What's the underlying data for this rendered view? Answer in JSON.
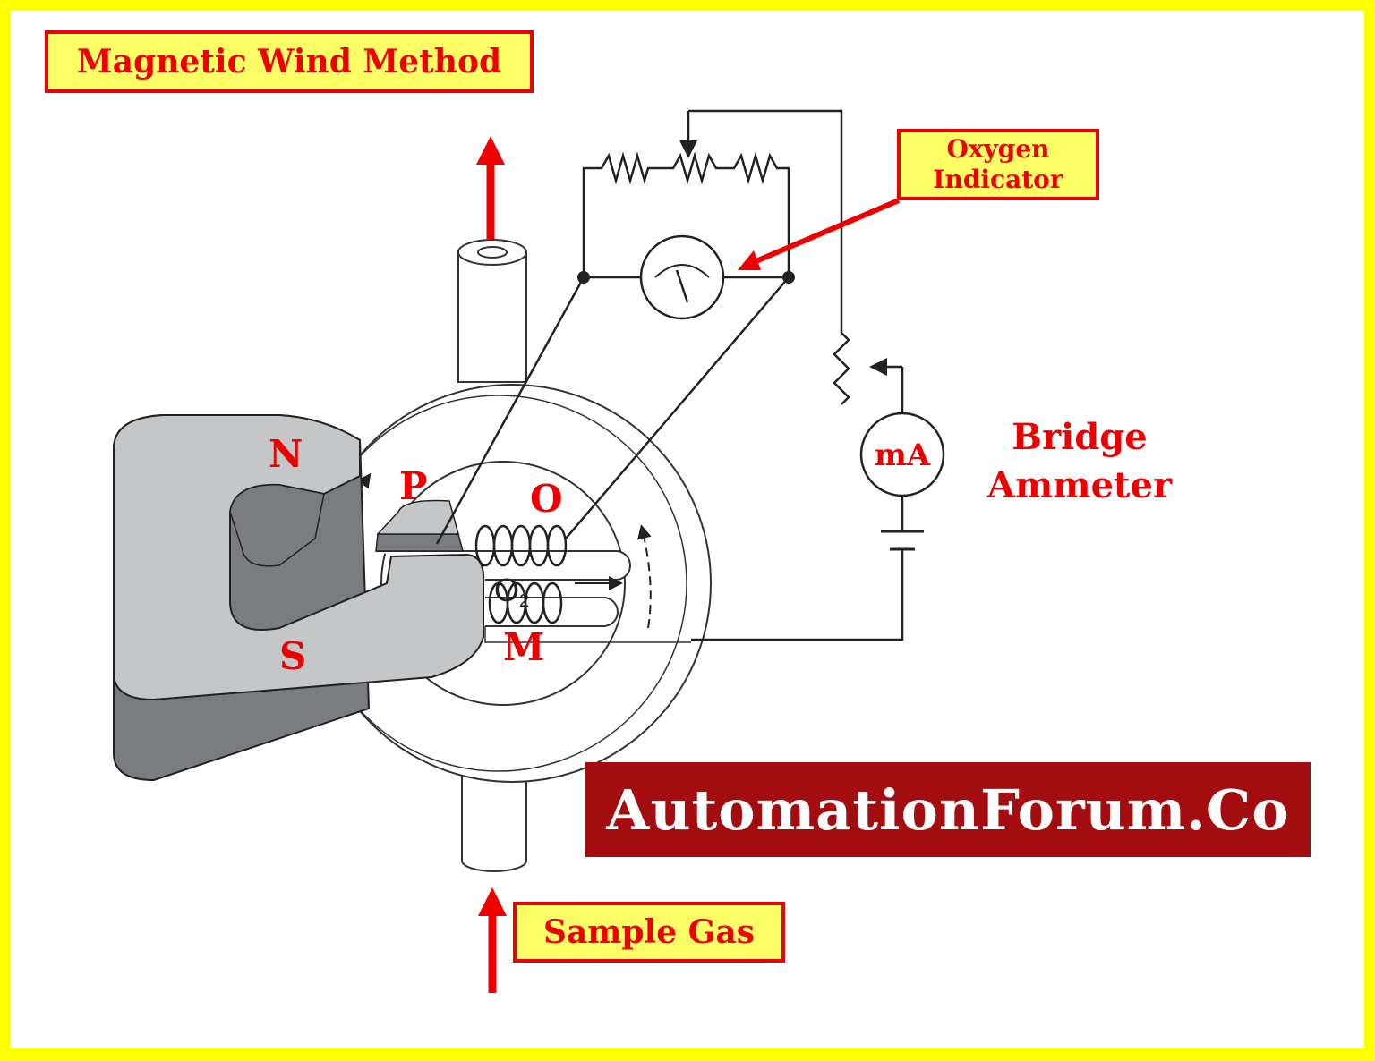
{
  "title": "Magnetic Wind Method",
  "oxygen_indicator": {
    "line1": "Oxygen",
    "line2": "Indicator"
  },
  "sample_gas": "Sample Gas",
  "bridge_ammeter": {
    "line1": "Bridge",
    "line2": "Ammeter"
  },
  "meter_label": "mA",
  "pole_north": "N",
  "pole_south": "S",
  "point_p": "P",
  "point_o": "O",
  "point_m": "M",
  "gas_label": "O",
  "gas_subscript": "2",
  "brand": "AutomationForum.Co",
  "colors": {
    "border": "#ffff00",
    "accent": "#ee0000",
    "label_fill": "#ffff66",
    "brand_bg": "#a30d10",
    "magnet_light": "#c4c6c8",
    "magnet_dark": "#7a7c80"
  }
}
